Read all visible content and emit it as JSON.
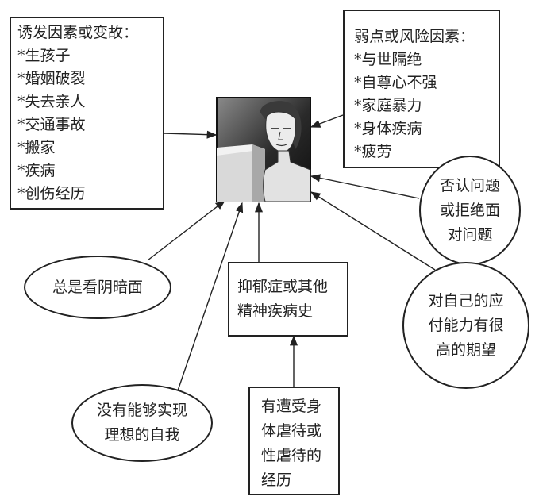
{
  "triggers": {
    "title": "诱发因素或变故：",
    "items": [
      "生孩子",
      "婚姻破裂",
      "失去亲人",
      "交通事故",
      "搬家",
      "疾病",
      "创伤经历"
    ]
  },
  "risks": {
    "title": "弱点或风险因素：",
    "items": [
      "与世隔绝",
      "自尊心不强",
      "家庭暴力",
      "身体疾病",
      "疲劳"
    ]
  },
  "denial": {
    "lines": [
      "否认问题",
      "或拒绝面",
      "对问题"
    ]
  },
  "expectation": {
    "lines": [
      "对自己的应",
      "付能力有很",
      "高的期望"
    ]
  },
  "pessimism": {
    "lines": [
      "总是看阴暗面"
    ]
  },
  "history": {
    "lines": [
      "抑郁症或其他",
      "精神疾病史"
    ]
  },
  "ideal_self": {
    "lines": [
      "没有能够实现",
      "理想的自我"
    ]
  },
  "abuse": {
    "lines": [
      "有遭受身",
      "体虐待或",
      "性虐待的",
      "经历"
    ]
  },
  "colors": {
    "line": "#222222",
    "background": "#ffffff"
  }
}
